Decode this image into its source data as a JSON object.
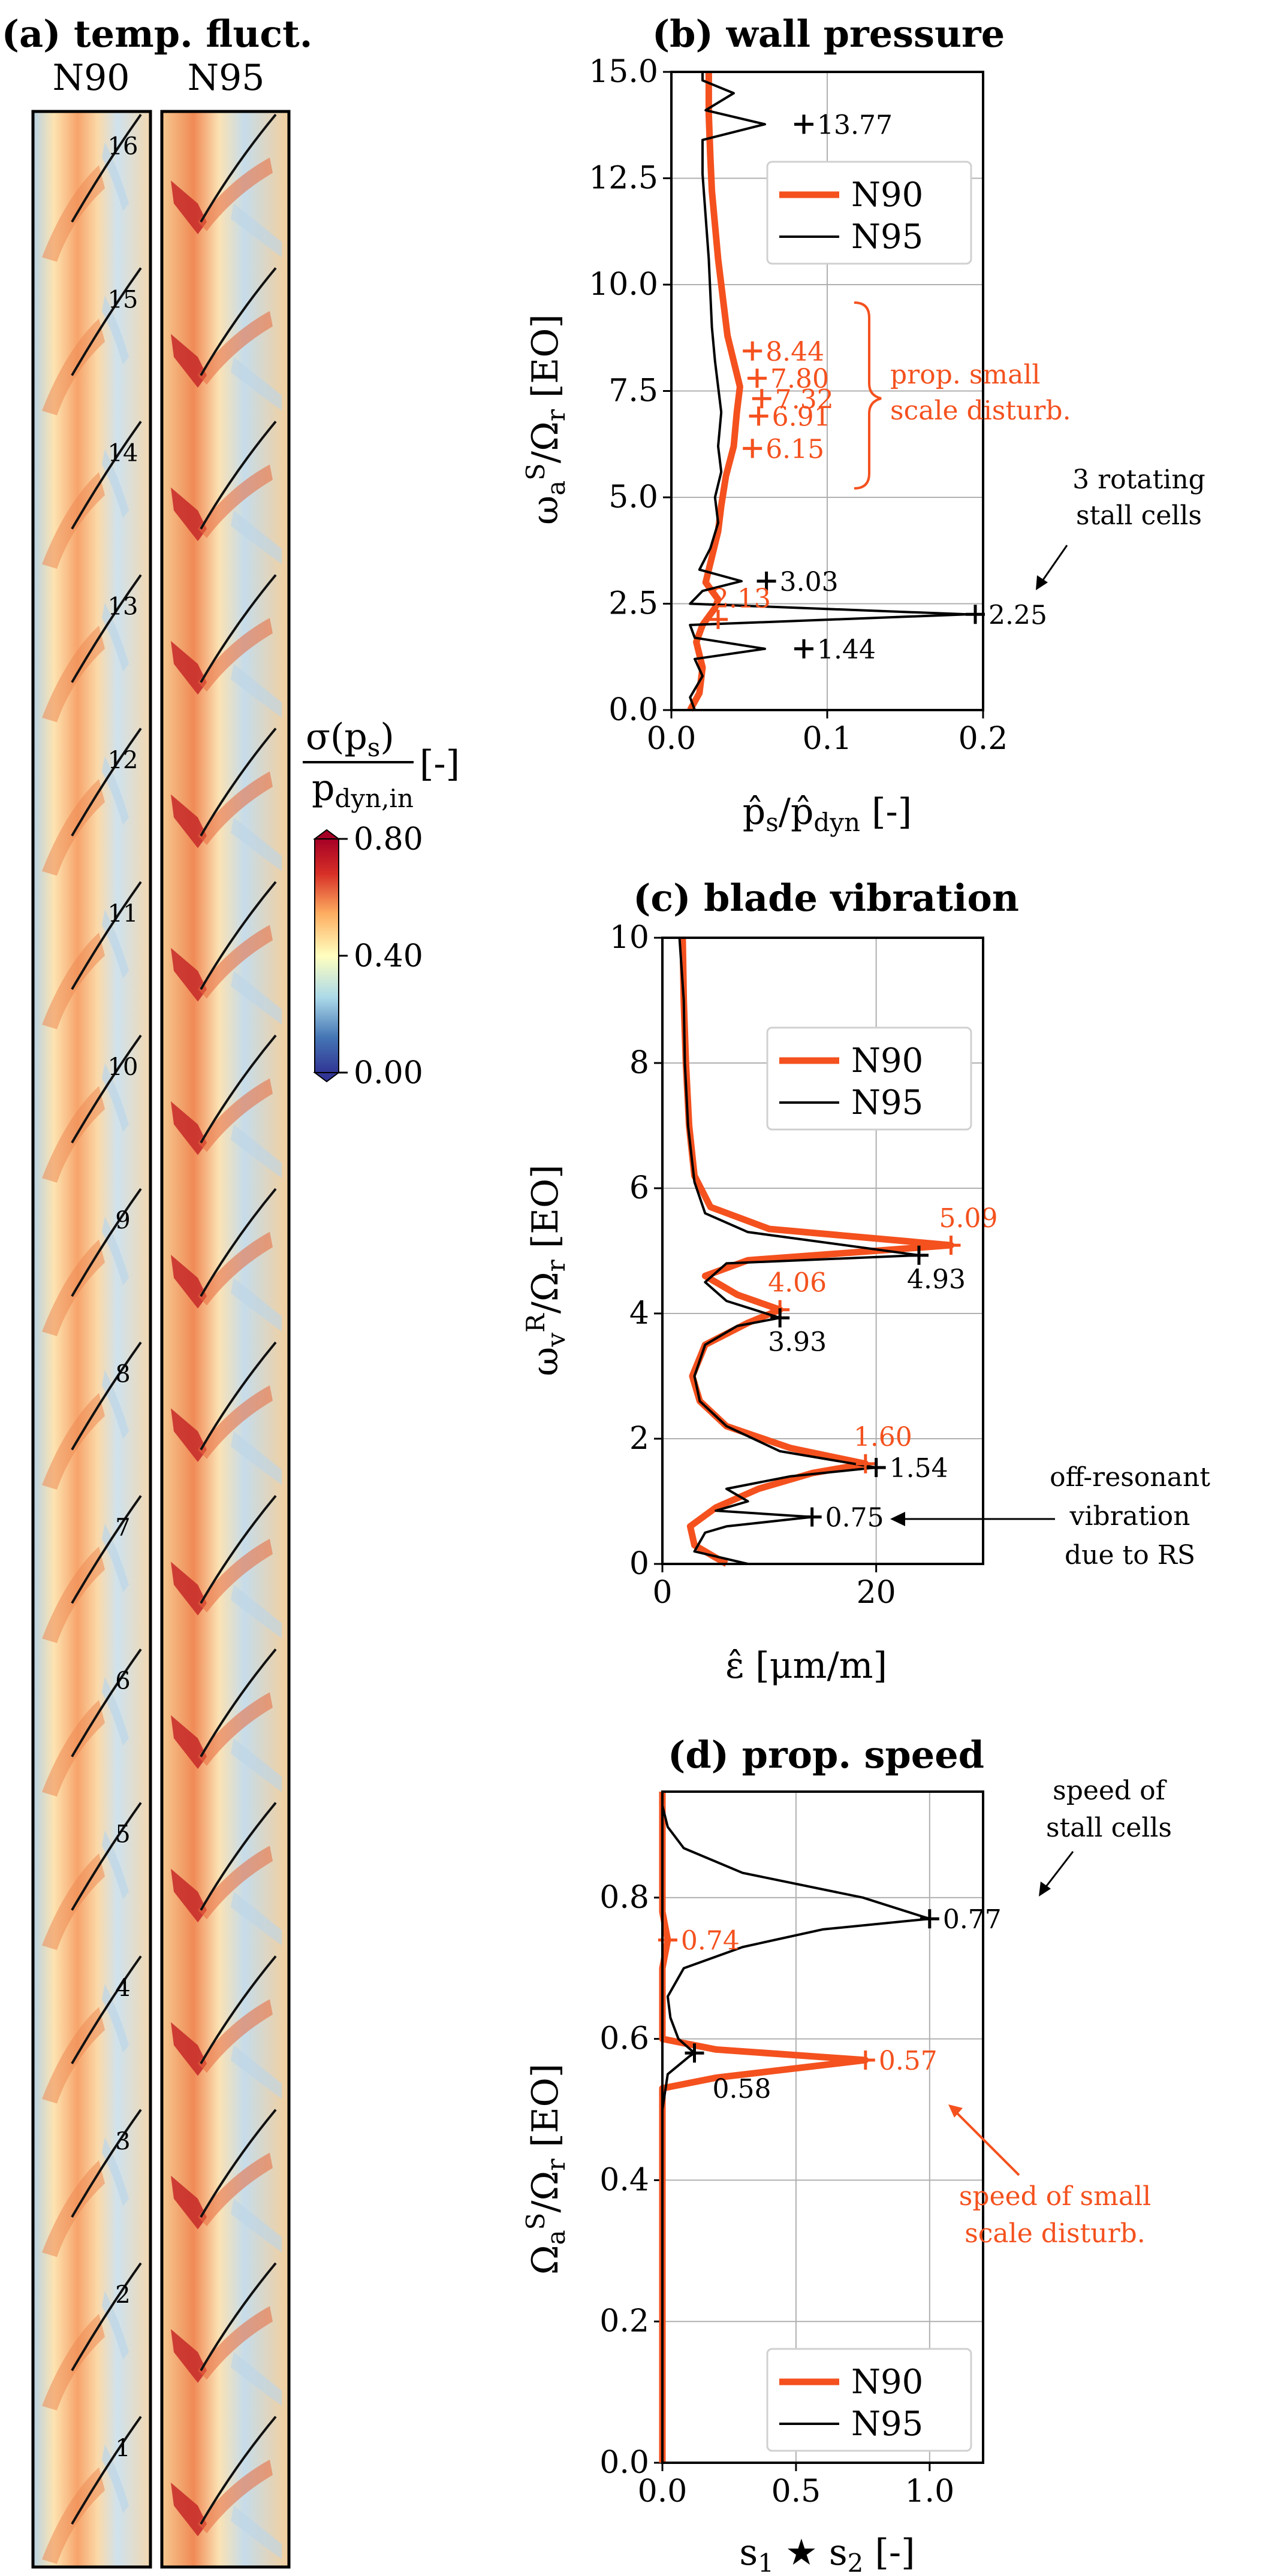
{
  "colors": {
    "N90": "#f4511e",
    "N95": "#000000"
  },
  "panel_a": {
    "title": "(a) temp. fluct.",
    "col_labels": [
      "N90",
      "N95"
    ],
    "row_numbers": [
      "16",
      "15",
      "14",
      "13",
      "12",
      "11",
      "10",
      "9",
      "8",
      "7",
      "6",
      "5",
      "4",
      "3",
      "2",
      "1"
    ],
    "colorbar": {
      "label_num": "σ(p",
      "label_num_sub": "s",
      "label_num_end": ")",
      "label_den": "p",
      "label_den_sub": "dyn,in",
      "label_unit": "[-]",
      "ticks": [
        "0.80",
        "0.40",
        "0.00"
      ],
      "range": [
        0.0,
        0.8
      ]
    }
  },
  "chart_data": [
    {
      "type": "line",
      "title": "(b) wall pressure",
      "xlabel": "p̂s/p̂dyn [-]",
      "ylabel": "ωaS/Ωr [EO]",
      "xlim": [
        0.0,
        0.2
      ],
      "ylim": [
        0.0,
        15.0
      ],
      "xticks": [
        "0.0",
        "0.1",
        "0.2"
      ],
      "yticks": [
        "0.0",
        "2.5",
        "5.0",
        "7.5",
        "10.0",
        "12.5",
        "15.0"
      ],
      "grid": true,
      "legend": "top-right",
      "series": [
        {
          "name": "N90",
          "points": [
            [
              0.012,
              0.0
            ],
            [
              0.018,
              0.4
            ],
            [
              0.02,
              1.0
            ],
            [
              0.016,
              1.6
            ],
            [
              0.02,
              2.0
            ],
            [
              0.028,
              2.4
            ],
            [
              0.03,
              2.6
            ],
            [
              0.022,
              3.0
            ],
            [
              0.026,
              3.6
            ],
            [
              0.03,
              4.2
            ],
            [
              0.032,
              4.8
            ],
            [
              0.035,
              5.5
            ],
            [
              0.04,
              6.2
            ],
            [
              0.042,
              7.0
            ],
            [
              0.044,
              7.6
            ],
            [
              0.04,
              8.2
            ],
            [
              0.036,
              8.8
            ],
            [
              0.034,
              9.4
            ],
            [
              0.032,
              10.0
            ],
            [
              0.03,
              10.6
            ],
            [
              0.028,
              11.4
            ],
            [
              0.026,
              12.2
            ],
            [
              0.025,
              13.0
            ],
            [
              0.024,
              14.0
            ],
            [
              0.024,
              15.0
            ]
          ]
        },
        {
          "name": "N95",
          "points": [
            [
              0.015,
              0.0
            ],
            [
              0.012,
              0.3
            ],
            [
              0.02,
              0.8
            ],
            [
              0.015,
              1.2
            ],
            [
              0.06,
              1.44
            ],
            [
              0.015,
              1.7
            ],
            [
              0.012,
              2.0
            ],
            [
              0.19,
              2.25
            ],
            [
              0.012,
              2.5
            ],
            [
              0.02,
              2.8
            ],
            [
              0.045,
              3.03
            ],
            [
              0.018,
              3.3
            ],
            [
              0.025,
              3.8
            ],
            [
              0.03,
              4.4
            ],
            [
              0.028,
              5.0
            ],
            [
              0.032,
              5.6
            ],
            [
              0.03,
              6.2
            ],
            [
              0.032,
              7.0
            ],
            [
              0.03,
              7.6
            ],
            [
              0.028,
              8.2
            ],
            [
              0.026,
              9.0
            ],
            [
              0.025,
              9.8
            ],
            [
              0.024,
              10.6
            ],
            [
              0.022,
              11.6
            ],
            [
              0.02,
              12.6
            ],
            [
              0.02,
              13.4
            ],
            [
              0.06,
              13.77
            ],
            [
              0.022,
              14.1
            ],
            [
              0.04,
              14.5
            ],
            [
              0.02,
              14.8
            ],
            [
              0.02,
              15.0
            ]
          ]
        }
      ],
      "annotations": [
        {
          "text": "13.77",
          "x": 0.085,
          "y": 13.77,
          "series": "N95"
        },
        {
          "text": "2.25",
          "x": 0.195,
          "y": 2.25,
          "series": "N95"
        },
        {
          "text": "3.03",
          "x": 0.061,
          "y": 3.03,
          "series": "N95"
        },
        {
          "text": "1.44",
          "x": 0.085,
          "y": 1.44,
          "series": "N95"
        },
        {
          "text": "8.44",
          "x": 0.052,
          "y": 8.44,
          "series": "N90"
        },
        {
          "text": "7.80",
          "x": 0.055,
          "y": 7.8,
          "series": "N90"
        },
        {
          "text": "7.32",
          "x": 0.058,
          "y": 7.32,
          "series": "N90"
        },
        {
          "text": "6.91",
          "x": 0.056,
          "y": 6.91,
          "series": "N90"
        },
        {
          "text": "6.15",
          "x": 0.052,
          "y": 6.15,
          "series": "N90"
        },
        {
          "text": "2.13",
          "x": 0.03,
          "y": 2.13,
          "series": "N90"
        }
      ],
      "notes": {
        "brace_text": [
          "prop. small",
          "scale disturb."
        ],
        "cells_text": [
          "3 rotating",
          "stall cells"
        ]
      }
    },
    {
      "type": "line",
      "title": "(c) blade vibration",
      "xlabel": "ε̂ [μm/m]",
      "ylabel": "ωvR/Ωr [EO]",
      "xlim": [
        0,
        30
      ],
      "ylim": [
        0,
        10
      ],
      "xticks": [
        "0",
        "20"
      ],
      "yticks": [
        "0",
        "2",
        "4",
        "6",
        "8",
        "10"
      ],
      "grid": true,
      "legend": "top-right",
      "series": [
        {
          "name": "N90",
          "points": [
            [
              6,
              0.0
            ],
            [
              3,
              0.3
            ],
            [
              2.6,
              0.6
            ],
            [
              5,
              0.9
            ],
            [
              9,
              1.2
            ],
            [
              14,
              1.45
            ],
            [
              19,
              1.6
            ],
            [
              12,
              1.85
            ],
            [
              6,
              2.2
            ],
            [
              3.5,
              2.6
            ],
            [
              2.8,
              3.0
            ],
            [
              4,
              3.5
            ],
            [
              8,
              3.85
            ],
            [
              11,
              4.06
            ],
            [
              7,
              4.3
            ],
            [
              4,
              4.6
            ],
            [
              8,
              4.85
            ],
            [
              27,
              5.09
            ],
            [
              10,
              5.35
            ],
            [
              4.5,
              5.7
            ],
            [
              3,
              6.2
            ],
            [
              2.5,
              7.0
            ],
            [
              2.2,
              8.0
            ],
            [
              2,
              9.0
            ],
            [
              1.9,
              10.0
            ]
          ]
        },
        {
          "name": "N95",
          "points": [
            [
              8,
              0.0
            ],
            [
              3,
              0.2
            ],
            [
              4,
              0.5
            ],
            [
              6,
              0.6
            ],
            [
              14,
              0.75
            ],
            [
              5,
              0.85
            ],
            [
              8,
              1.0
            ],
            [
              6,
              1.2
            ],
            [
              12,
              1.4
            ],
            [
              20,
              1.54
            ],
            [
              11,
              1.8
            ],
            [
              6,
              2.2
            ],
            [
              3.5,
              2.6
            ],
            [
              3,
              3.0
            ],
            [
              4,
              3.5
            ],
            [
              7,
              3.8
            ],
            [
              11,
              3.93
            ],
            [
              6,
              4.2
            ],
            [
              4,
              4.5
            ],
            [
              6,
              4.8
            ],
            [
              24,
              4.93
            ],
            [
              8,
              5.3
            ],
            [
              4,
              5.6
            ],
            [
              3,
              6.1
            ],
            [
              2.4,
              7.0
            ],
            [
              2.1,
              8.0
            ],
            [
              2,
              9.0
            ],
            [
              1.6,
              10.0
            ]
          ]
        }
      ],
      "annotations": [
        {
          "text": "5.09",
          "x": 27,
          "y": 5.09,
          "series": "N90"
        },
        {
          "text": "4.93",
          "x": 24,
          "y": 4.93,
          "series": "N95"
        },
        {
          "text": "4.06",
          "x": 11,
          "y": 4.06,
          "series": "N90"
        },
        {
          "text": "3.93",
          "x": 11,
          "y": 3.93,
          "series": "N95"
        },
        {
          "text": "1.60",
          "x": 19,
          "y": 1.6,
          "series": "N90"
        },
        {
          "text": "1.54",
          "x": 20,
          "y": 1.54,
          "series": "N95"
        },
        {
          "text": "0.75",
          "x": 14,
          "y": 0.75,
          "series": "N95"
        }
      ],
      "notes": {
        "vib_text": [
          "off-resonant",
          "vibration",
          "due to RS"
        ]
      }
    },
    {
      "type": "line",
      "title": "(d) prop. speed",
      "xlabel": "s1 ★ s2 [-]",
      "ylabel": "ΩaS/Ωr [EO]",
      "xlim": [
        0.0,
        1.2
      ],
      "ylim": [
        0.0,
        0.95
      ],
      "xticks": [
        "0.0",
        "0.5",
        "1.0"
      ],
      "yticks": [
        "0.0",
        "0.2",
        "0.4",
        "0.6",
        "0.8"
      ],
      "grid": true,
      "legend": "bottom-right",
      "series": [
        {
          "name": "N90",
          "points": [
            [
              0.0,
              0.0
            ],
            [
              0.0,
              0.53
            ],
            [
              0.2,
              0.545
            ],
            [
              0.76,
              0.57
            ],
            [
              0.2,
              0.585
            ],
            [
              0.0,
              0.6
            ],
            [
              0.0,
              0.7
            ],
            [
              0.02,
              0.74
            ],
            [
              0.0,
              0.78
            ],
            [
              0.0,
              0.95
            ]
          ]
        },
        {
          "name": "N95",
          "points": [
            [
              0.0,
              0.0
            ],
            [
              0.0,
              0.5
            ],
            [
              0.02,
              0.55
            ],
            [
              0.1,
              0.575
            ],
            [
              0.12,
              0.58
            ],
            [
              0.06,
              0.6
            ],
            [
              0.03,
              0.63
            ],
            [
              0.02,
              0.66
            ],
            [
              0.08,
              0.7
            ],
            [
              0.3,
              0.73
            ],
            [
              0.6,
              0.755
            ],
            [
              1.0,
              0.77
            ],
            [
              0.75,
              0.8
            ],
            [
              0.3,
              0.835
            ],
            [
              0.08,
              0.87
            ],
            [
              0.02,
              0.9
            ],
            [
              0.0,
              0.93
            ]
          ]
        }
      ],
      "annotations": [
        {
          "text": "0.77",
          "x": 1.0,
          "y": 0.77,
          "series": "N95"
        },
        {
          "text": "0.74",
          "x": 0.02,
          "y": 0.74,
          "series": "N90"
        },
        {
          "text": "0.57",
          "x": 0.76,
          "y": 0.57,
          "series": "N90"
        },
        {
          "text": "0.58",
          "x": 0.12,
          "y": 0.58,
          "series": "N95"
        }
      ],
      "notes": {
        "stall_text": [
          "speed of",
          "stall cells"
        ],
        "small_text": [
          "speed of small",
          "scale disturb."
        ]
      }
    }
  ]
}
